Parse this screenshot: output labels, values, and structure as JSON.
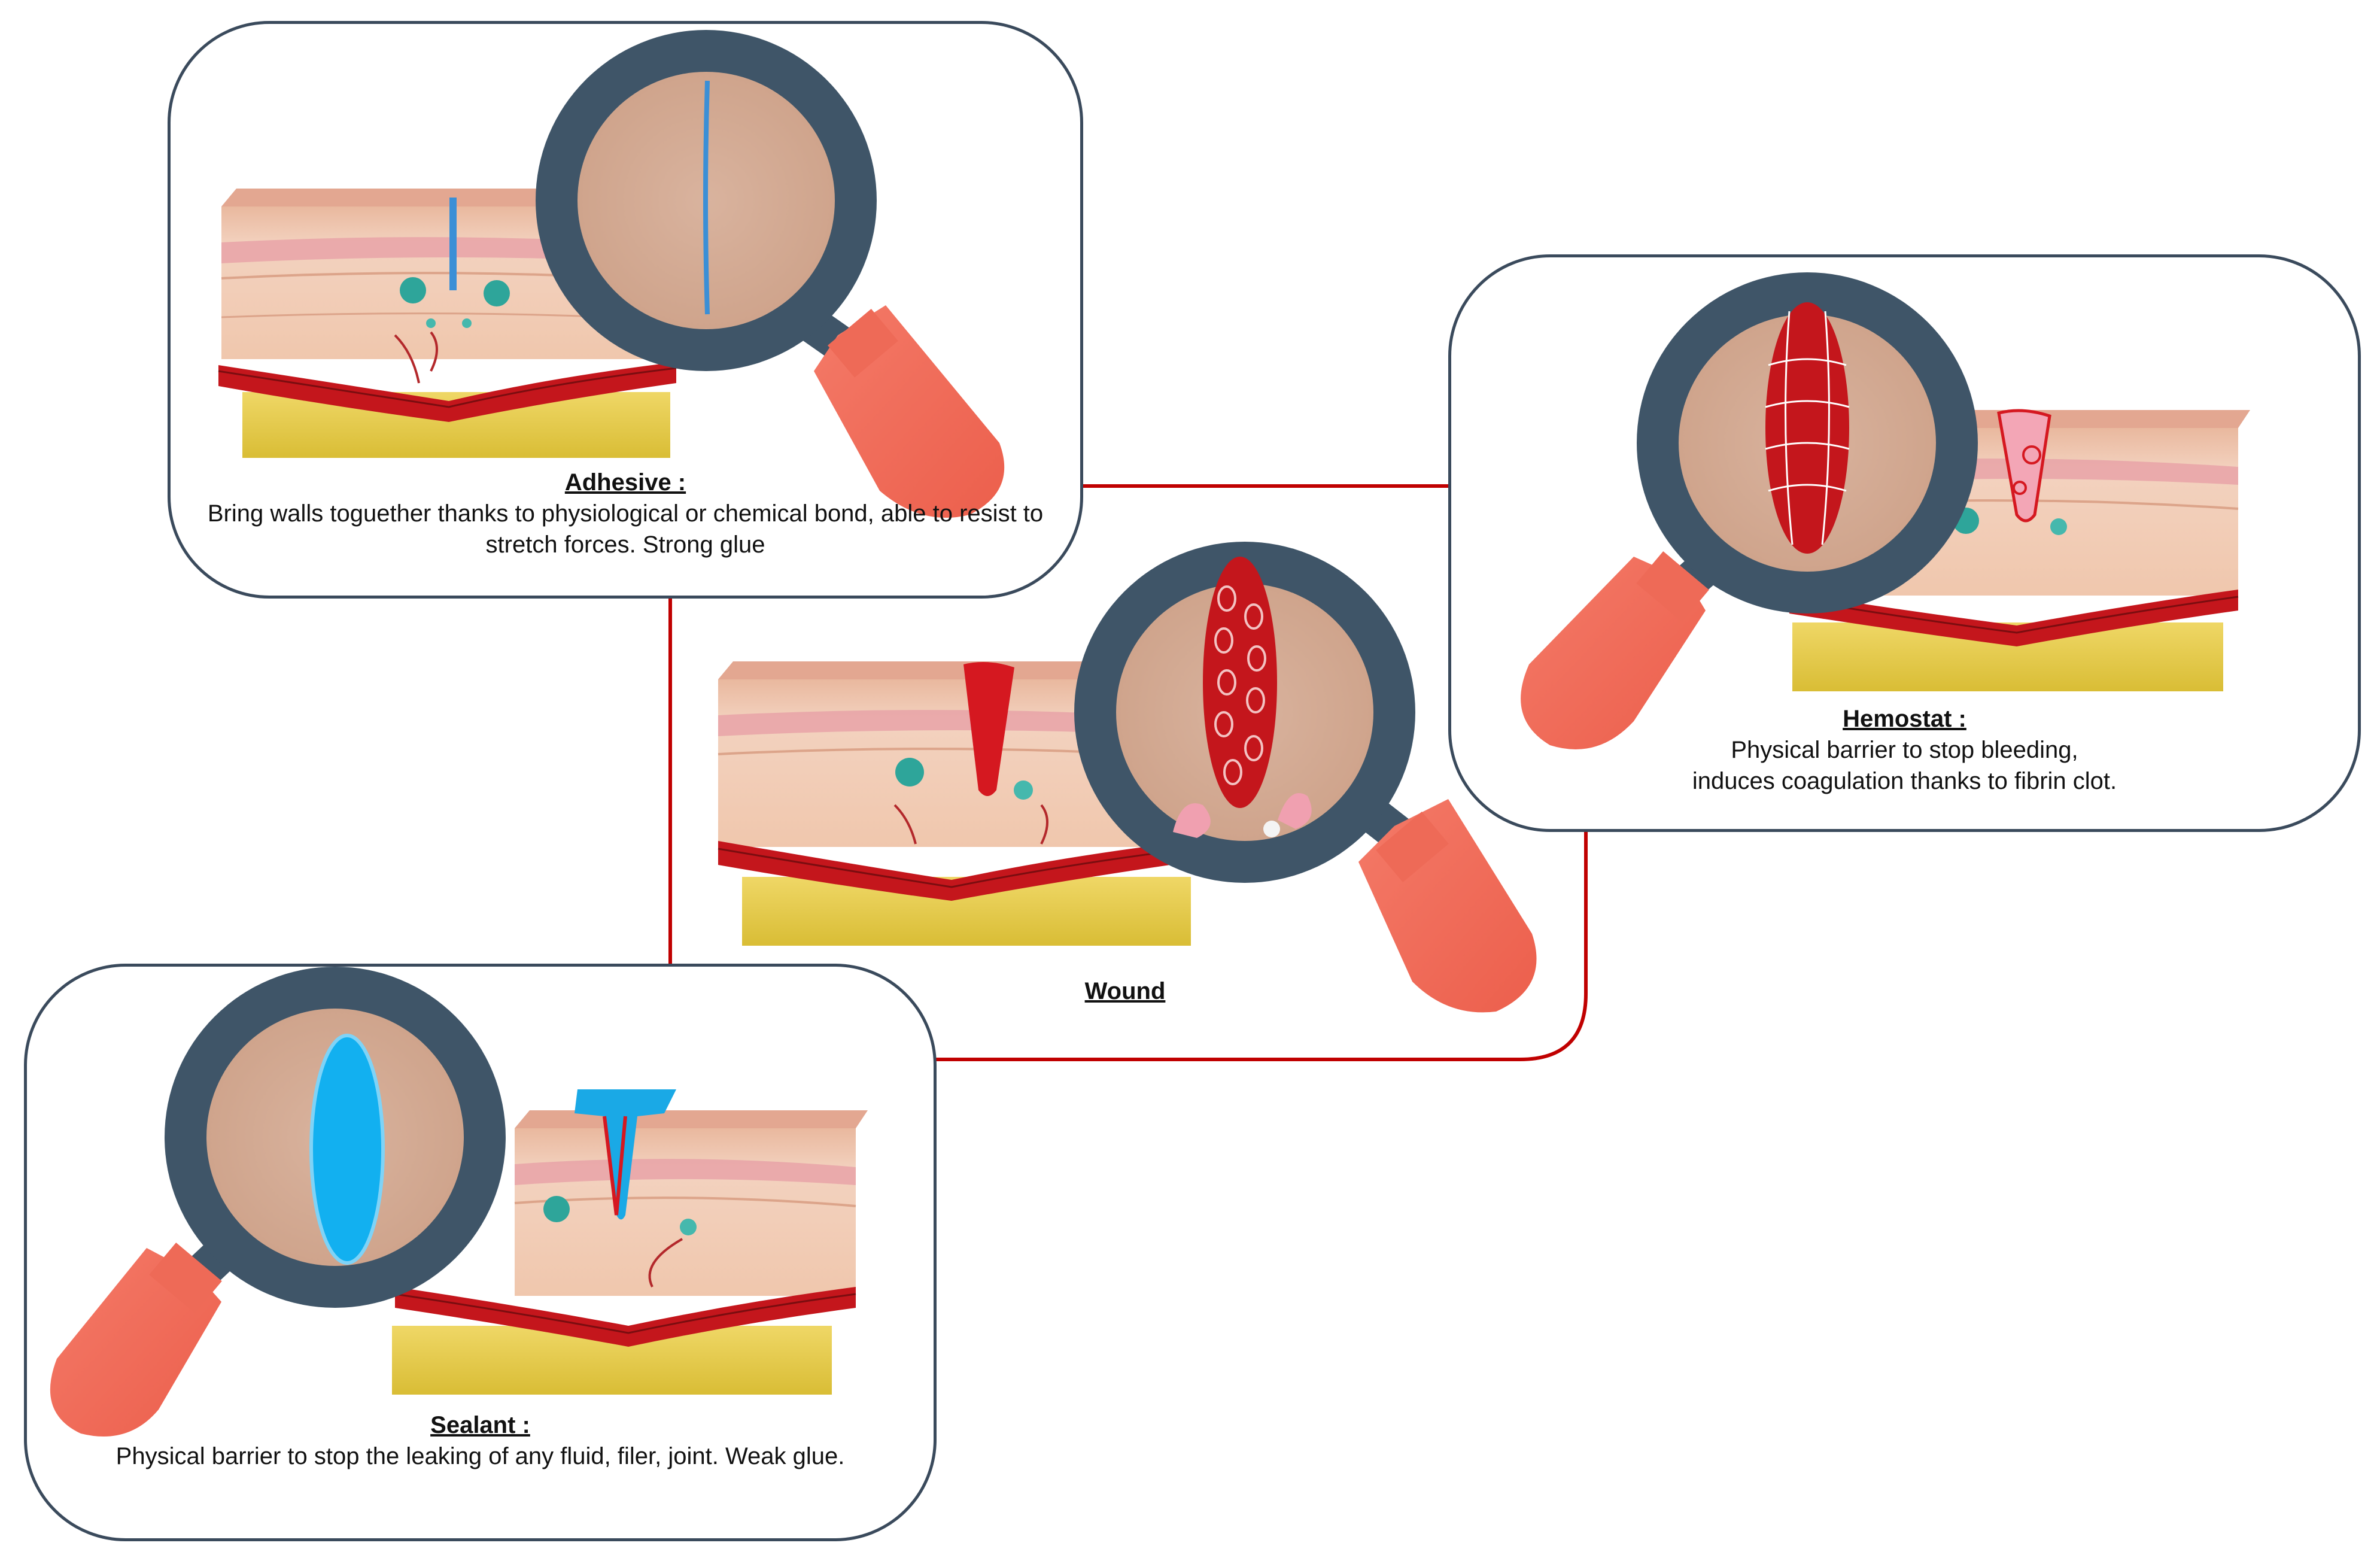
{
  "panels": {
    "adhesive": {
      "title": "Adhesive :",
      "description_line1": "Bring walls toguether thanks to physiological or chemical bond, able to resist to",
      "description_line2": "stretch forces. Strong glue"
    },
    "hemostat": {
      "title": "Hemostat :",
      "description_line1": "Physical barrier to stop bleeding,",
      "description_line2": "induces coagulation thanks to fibrin clot."
    },
    "wound": {
      "title": "Wound"
    },
    "sealant": {
      "title": "Sealant :",
      "description_line1": "Physical barrier to stop the leaking of any fluid, filer, joint. Weak glue."
    }
  },
  "colors": {
    "connector": "#c00000",
    "box_border": "#3a4a5c",
    "magnifier_rim": "#3f5568",
    "magnifier_handle": "#f07060",
    "magnifier_lens": "#d6ae98",
    "adhesive_line": "#3b8fd6",
    "sealant_fill": "#12b0f0",
    "blood": "#d51820",
    "fat_layer": "#e6cc4a",
    "skin": "#f2cbb6"
  },
  "icons": [
    "magnifier-icon",
    "skin-section-icon",
    "incision-icon",
    "blood-cells-icon",
    "sealant-plug-icon",
    "fibrin-clot-icon"
  ]
}
